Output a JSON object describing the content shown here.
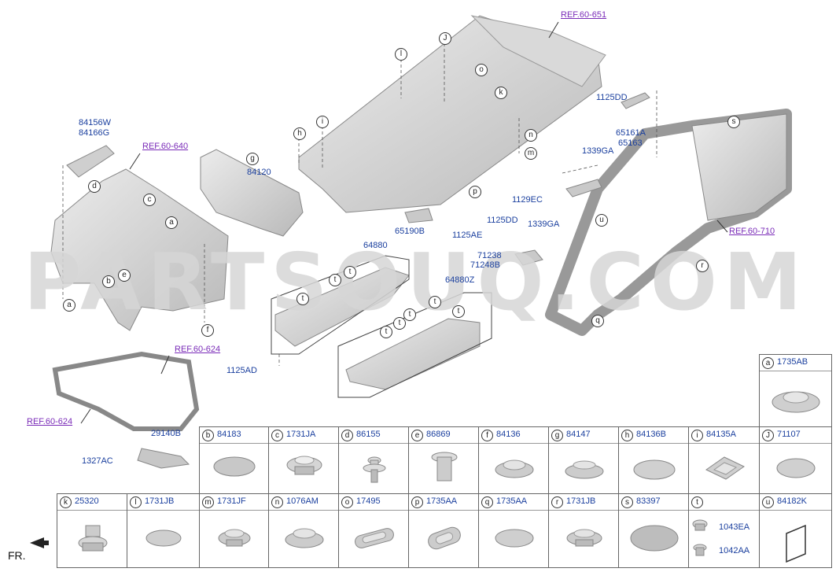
{
  "watermark": "PARTSOUQ.COM",
  "front_label": "FR.",
  "refs": {
    "r651": "REF.60-651",
    "r640": "REF.60-640",
    "r710": "REF.60-710",
    "r624a": "REF.60-624",
    "r624b": "REF.60-624"
  },
  "parts": {
    "p84156W": "84156W",
    "p84166G": "84166G",
    "p84120": "84120",
    "p1125DD_a": "1125DD",
    "p65161A": "65161A",
    "p65163": "65163",
    "p1339GA_a": "1339GA",
    "p1129EC": "1129EC",
    "p1125DD_b": "1125DD",
    "p1339GA_b": "1339GA",
    "p71238": "71238",
    "p71248B": "71248B",
    "p65190B": "65190B",
    "p1125AE": "1125AE",
    "p64880": "64880",
    "p64880Z": "64880Z",
    "p1125AD": "1125AD",
    "p29140B": "29140B",
    "p1327AC": "1327AC"
  },
  "callouts": {
    "a1": "a",
    "b1": "b",
    "c1": "c",
    "d1": "d",
    "e1": "e",
    "f1": "f",
    "g1": "g",
    "a2": "a",
    "h1": "h",
    "i1": "i",
    "j1": "J",
    "k1": "k",
    "l1": "l",
    "m1": "m",
    "n1": "n",
    "o1": "o",
    "p1": "p",
    "q1": "q",
    "r1": "r",
    "s1": "s",
    "u1": "u",
    "t1": "t",
    "t2": "t",
    "t3": "t",
    "t4": "t",
    "t5": "t",
    "t6": "t",
    "t7": "t",
    "t8": "t"
  },
  "table": {
    "a": {
      "key": "a",
      "code": "1735AB"
    },
    "b": {
      "key": "b",
      "code": "84183"
    },
    "c": {
      "key": "c",
      "code": "1731JA"
    },
    "d": {
      "key": "d",
      "code": "86155"
    },
    "e": {
      "key": "e",
      "code": "86869"
    },
    "f": {
      "key": "f",
      "code": "84136"
    },
    "g": {
      "key": "g",
      "code": "84147"
    },
    "h": {
      "key": "h",
      "code": "84136B"
    },
    "i": {
      "key": "i",
      "code": "84135A"
    },
    "J": {
      "key": "J",
      "code": "71107"
    },
    "k": {
      "key": "k",
      "code": "25320"
    },
    "l": {
      "key": "l",
      "code": "1731JB"
    },
    "m": {
      "key": "m",
      "code": "1731JF"
    },
    "n": {
      "key": "n",
      "code": "1076AM"
    },
    "o": {
      "key": "o",
      "code": "17495"
    },
    "p": {
      "key": "p",
      "code": "1735AA"
    },
    "q": {
      "key": "q",
      "code": "1735AA"
    },
    "r": {
      "key": "r",
      "code": "1731JB"
    },
    "s": {
      "key": "s",
      "code": "83397"
    },
    "t": {
      "key": "t",
      "code": "",
      "sub1": "1043EA",
      "sub2": "1042AA"
    },
    "u": {
      "key": "u",
      "code": "84182K"
    }
  }
}
